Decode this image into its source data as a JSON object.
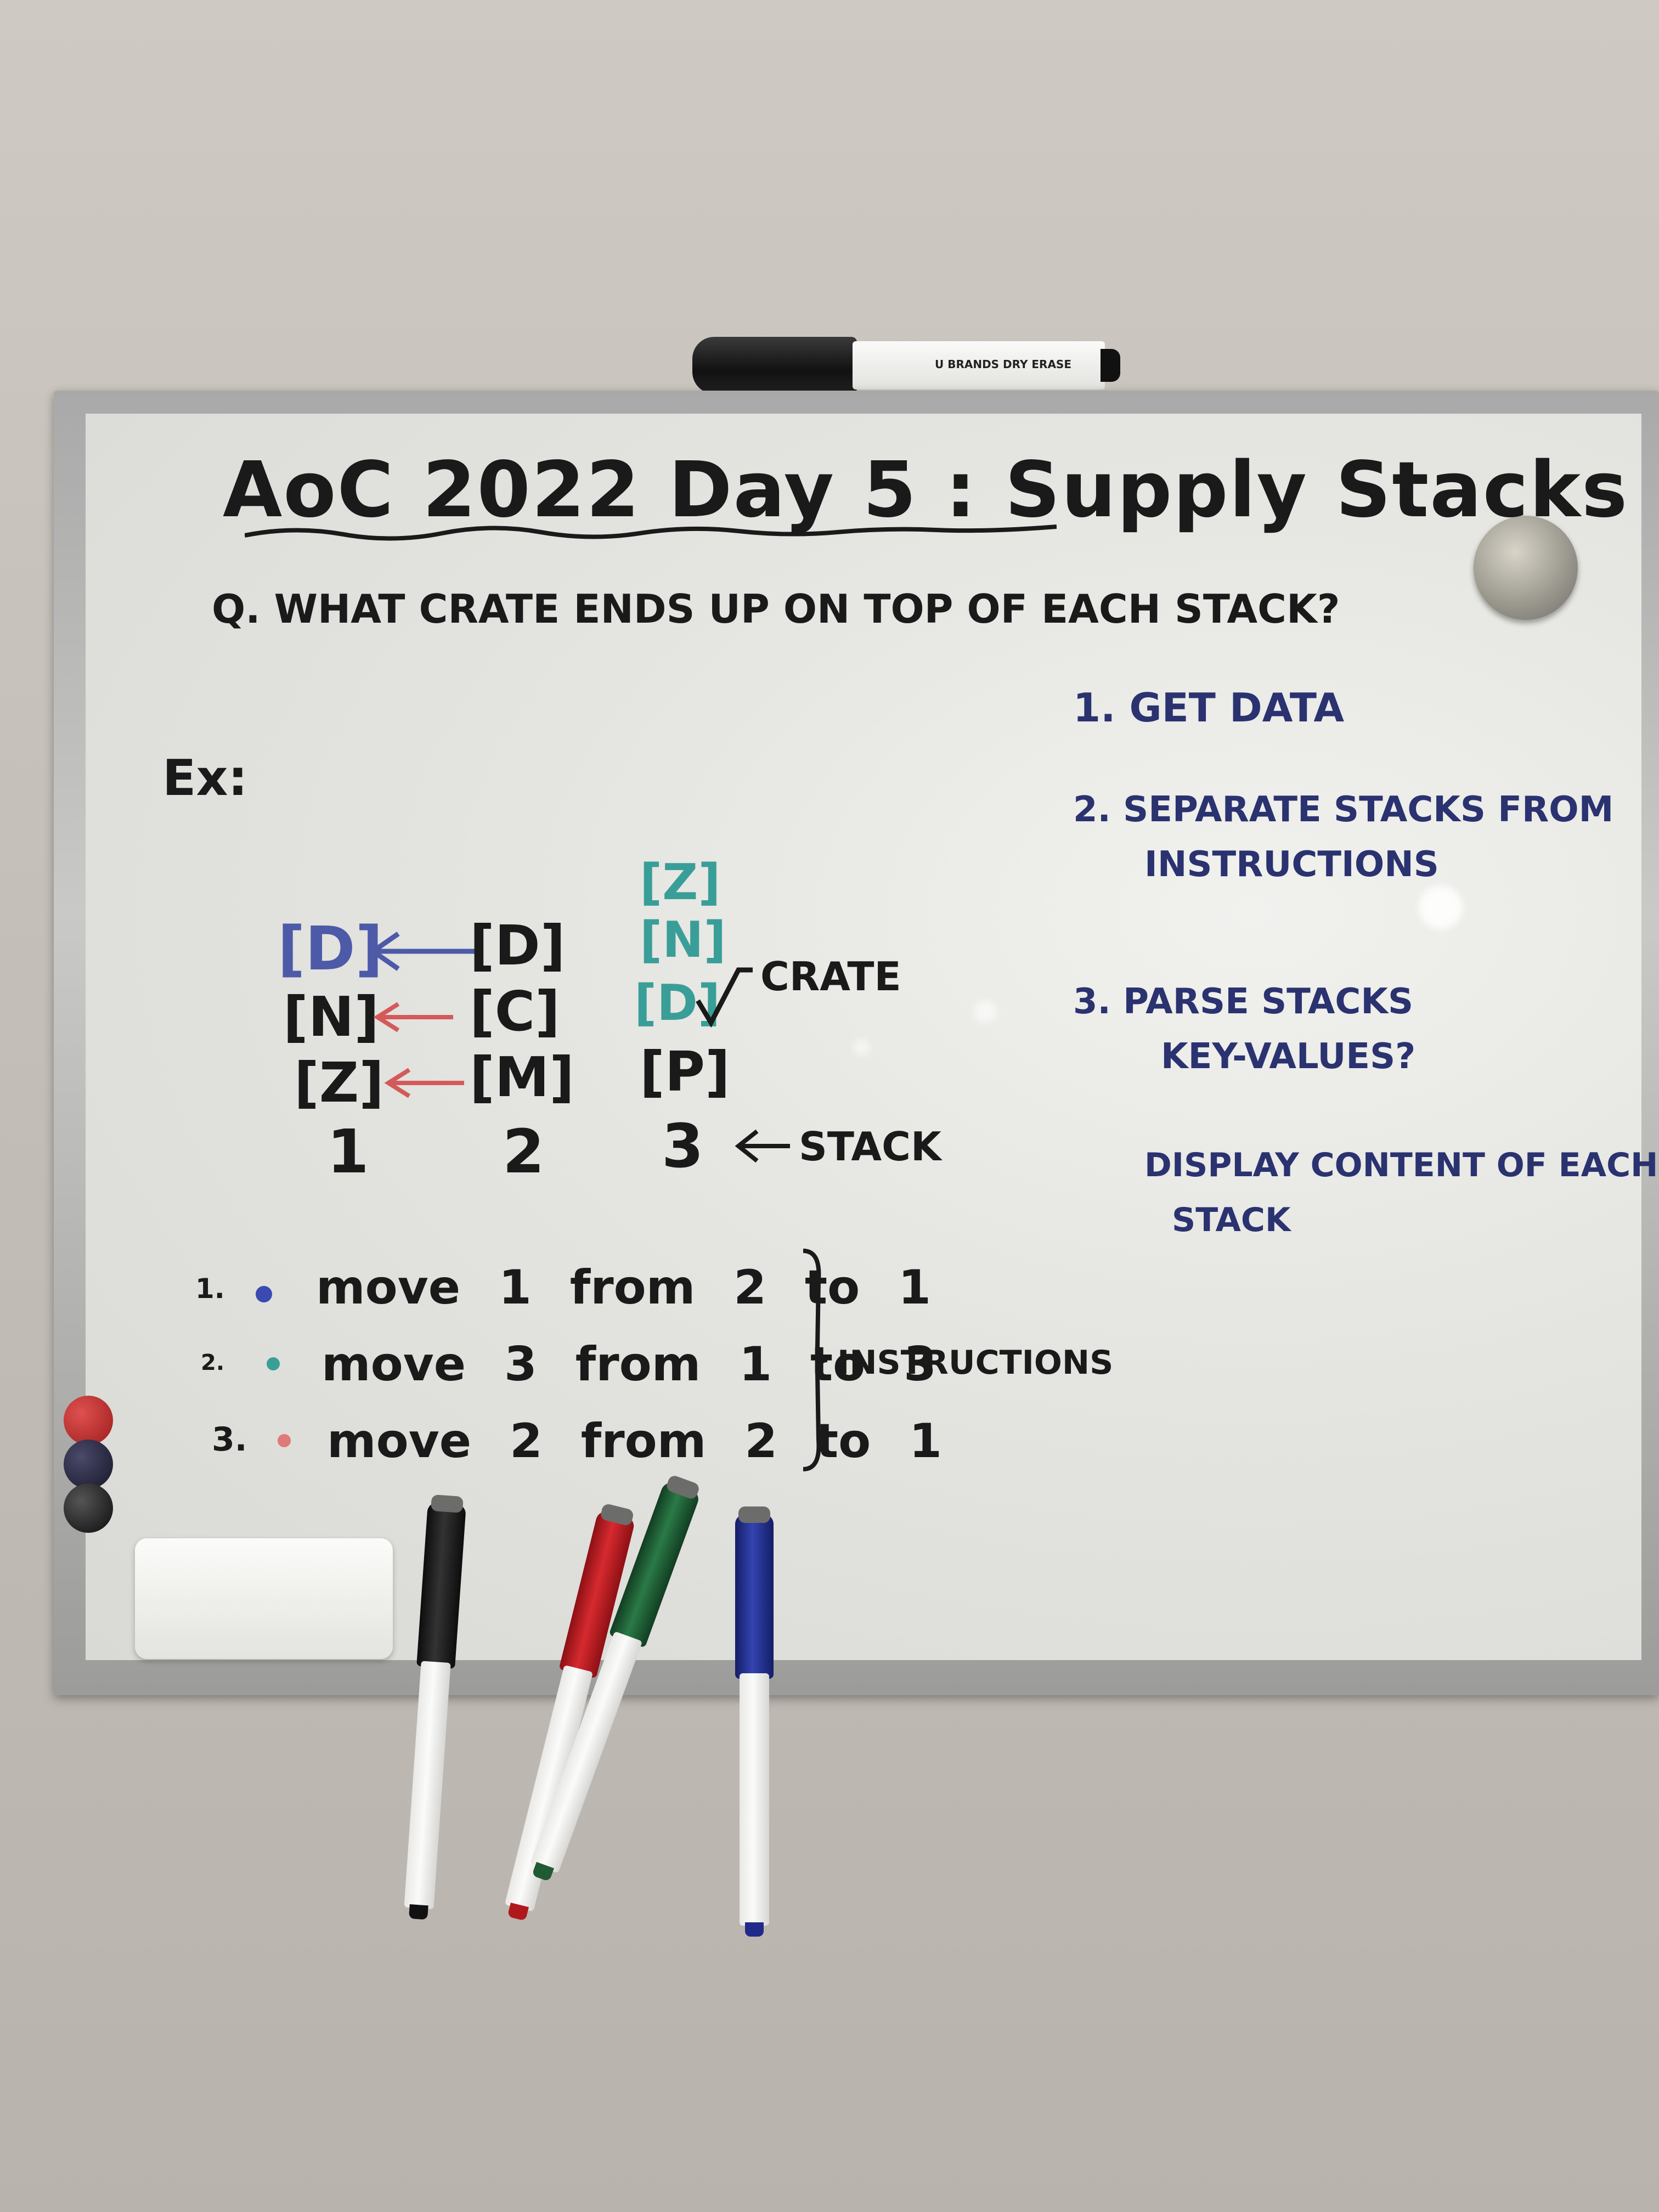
{
  "board": {
    "title": "AoC 2022   Day 5 : Supply Stacks",
    "question": "Q. WHAT CRATE ENDS UP ON TOP OF EACH STACK?",
    "example_label": "Ex:",
    "stacks": {
      "stack1": [
        "[D]",
        "[N]",
        "[Z]"
      ],
      "stack2": [
        "[D]",
        "[C]",
        "[M]"
      ],
      "stack3": [
        "[Z]",
        "[N]",
        "[D]",
        "[P]"
      ],
      "numbers": [
        "1",
        "2",
        "3"
      ]
    },
    "crate_label": "CRATE",
    "stack_label": "STACK",
    "instructions": [
      {
        "num": "1.",
        "text": "move 1 from 2 to 1"
      },
      {
        "num": "2.",
        "text": "move 3 from 1 to 3"
      },
      {
        "num": "3.",
        "text": "move 2 from 2 to 1"
      }
    ],
    "instructions_label": "INSTRUCTIONS",
    "steps": {
      "step1": "1. GET DATA",
      "step2_line1": "2. SEPARATE STACKS FROM",
      "step2_line2": "INSTRUCTIONS",
      "step3_line1": "3. PARSE STACKS",
      "step3_line2": "KEY-VALUES?",
      "step4_line1": "DISPLAY CONTENT OF EACH",
      "step4_line2": "STACK"
    }
  },
  "top_marker_label": "U BRANDS DRY ERASE",
  "colors": {
    "ink_black": "#1a1a1a",
    "ink_blue": "#2a3270",
    "ink_teal": "#3a9e98",
    "ink_red": "#d45a5a",
    "marker_black": "#1c1c1e",
    "marker_red": "#c41f24",
    "marker_green": "#1f6b3c",
    "marker_blue": "#26349a"
  }
}
